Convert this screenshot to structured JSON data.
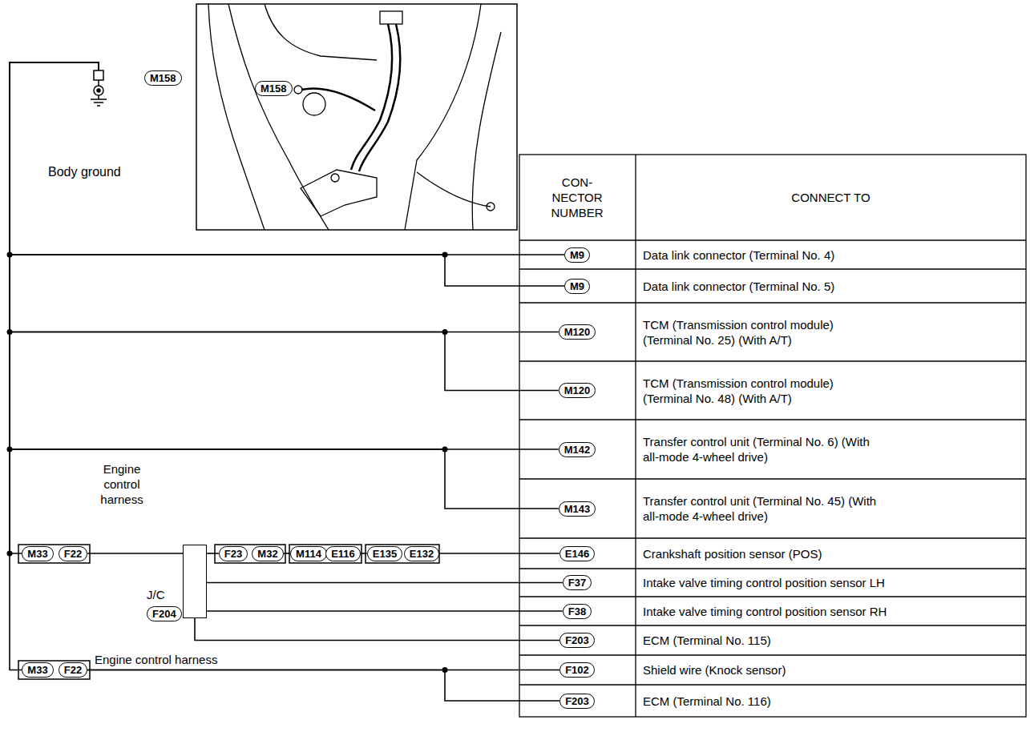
{
  "diagram": {
    "nodes": [
      {
        "text": [
          "M158"
        ]
      },
      {
        "text": [
          "M9"
        ]
      },
      {
        "text": [
          "M9"
        ]
      },
      {
        "text": [
          "M120"
        ]
      },
      {
        "text": [
          "M120"
        ]
      },
      {
        "text": [
          "M142"
        ]
      },
      {
        "text": [
          "M143"
        ]
      },
      {
        "text": [
          "M33"
        ]
      },
      {
        "text": [
          "F22"
        ]
      },
      {
        "text": [
          "J/C",
          "F204"
        ]
      },
      {
        "text": [
          "F23"
        ]
      },
      {
        "text": [
          "M32"
        ]
      },
      {
        "text": [
          "M114"
        ]
      },
      {
        "text": [
          "E116"
        ]
      },
      {
        "text": [
          "E135"
        ]
      },
      {
        "text": [
          "E132"
        ]
      },
      {
        "text": [
          "E146"
        ]
      },
      {
        "text": [
          "F37"
        ]
      },
      {
        "text": [
          "F38"
        ]
      },
      {
        "text": [
          "F203"
        ]
      },
      {
        "text": [
          "M33"
        ]
      },
      {
        "text": [
          "F22"
        ]
      },
      {
        "text": [
          "F102"
        ]
      },
      {
        "text": [
          "F203"
        ]
      }
    ],
    "edges": [
      {
        "from": 0,
        "to": 1,
        "arrow": "none"
      },
      {
        "from": 0,
        "to": 2,
        "arrow": "none"
      },
      {
        "from": 0,
        "to": 3,
        "arrow": "none"
      },
      {
        "from": 0,
        "to": 4,
        "arrow": "none"
      },
      {
        "from": 0,
        "to": 5,
        "arrow": "none"
      },
      {
        "from": 0,
        "to": 6,
        "arrow": "none"
      },
      {
        "from": 0,
        "to": 7,
        "arrow": "none"
      },
      {
        "from": 8,
        "to": 9,
        "arrow": "none"
      },
      {
        "from": 9,
        "to": 10,
        "arrow": "none"
      },
      {
        "from": 11,
        "to": 12,
        "arrow": "none"
      },
      {
        "from": 13,
        "to": 14,
        "arrow": "none"
      },
      {
        "from": 15,
        "to": 16,
        "arrow": "none"
      },
      {
        "from": 9,
        "to": 17,
        "arrow": "none"
      },
      {
        "from": 9,
        "to": 18,
        "arrow": "none"
      },
      {
        "from": 9,
        "to": 19,
        "arrow": "none"
      },
      {
        "from": 0,
        "to": 20,
        "arrow": "none"
      },
      {
        "from": 21,
        "to": 22,
        "arrow": "none"
      },
      {
        "from": 21,
        "to": 23,
        "arrow": "none"
      }
    ],
    "labels": [
      "Body ground",
      "M158",
      "CON- NECTOR NUMBER",
      "CONNECT TO",
      "Data link connector (Terminal No. 4)",
      "Data link connector (Terminal No. 5)",
      "TCM (Transmission control module) (Terminal No. 25) (With A/T)",
      "TCM (Transmission control module) (Terminal No. 48) (With A/T)",
      "Transfer control unit (Terminal No. 6) (With all-mode 4-wheel drive)",
      "Transfer control unit (Terminal No. 45) (With all-mode 4-wheel drive)",
      "Crankshaft position sensor (POS)",
      "Intake valve timing control position sensor LH",
      "Intake valve timing control position sensor RH",
      "ECM (Terminal No. 115)",
      "Shield wire (Knock sensor)",
      "ECM (Terminal No. 116)",
      "Engine control harness",
      "Engine control harness"
    ]
  }
}
